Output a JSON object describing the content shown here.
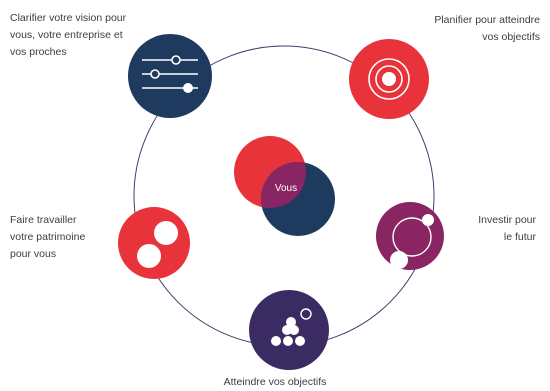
{
  "center": {
    "label": "Vous"
  },
  "nodes": [
    {
      "id": "clarifier",
      "label": "Clarifier  votre vision pour\nvous, votre entreprise et\nvos proches",
      "icon": "sliders-icon",
      "color": "#1f3a5f"
    },
    {
      "id": "planifier",
      "label": "Planifier pour atteindre\nvos objectifs",
      "icon": "target-rings-icon",
      "color": "#e8333a"
    },
    {
      "id": "investir",
      "label": "Investir pour\nle futur",
      "icon": "orbit-icon",
      "color": "#8a2563"
    },
    {
      "id": "atteindre",
      "label": "Atteindre vos objectifs",
      "icon": "dots-pyramid-icon",
      "color": "#3b2b63"
    },
    {
      "id": "patrimoine",
      "label": "Faire travailler\nvotre patrimoine\npour vous",
      "icon": "two-circles-icon",
      "color": "#e8333a"
    }
  ],
  "colors": {
    "ring": "#4b3b6b",
    "red": "#e8333a",
    "navy": "#1f3a5f",
    "plum": "#8a2563"
  }
}
